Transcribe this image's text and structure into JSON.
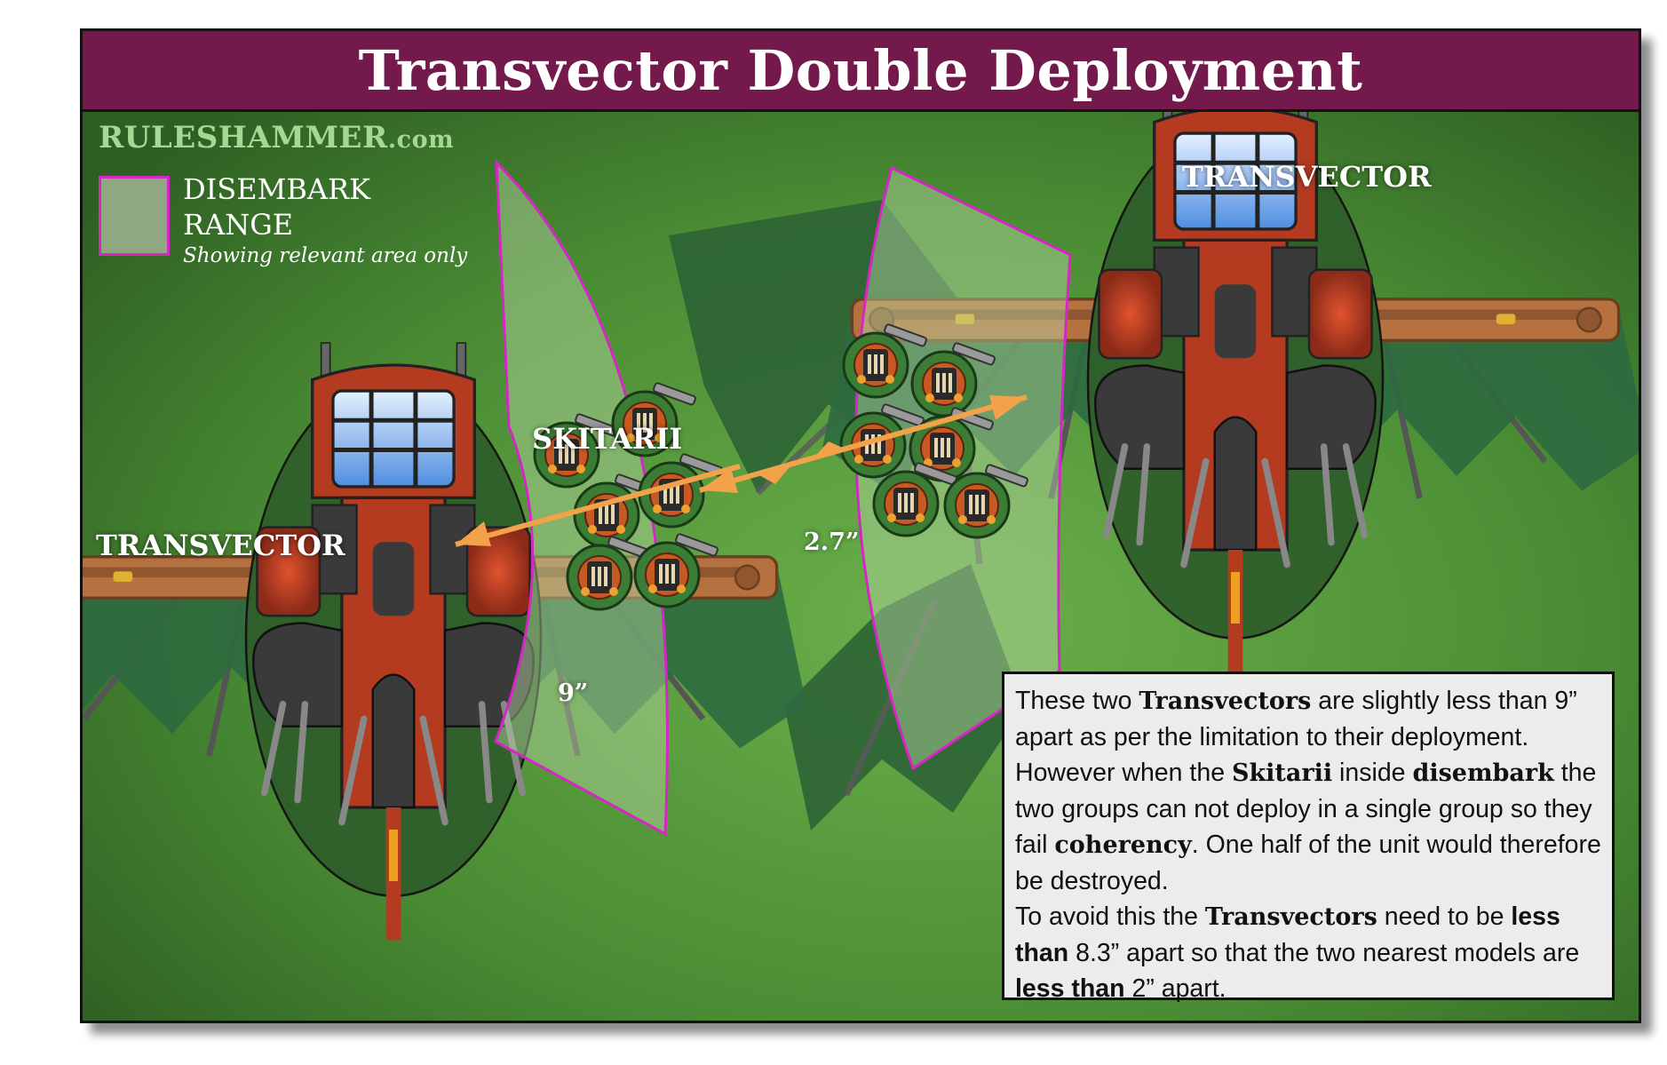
{
  "title": "Transvector Double Deployment",
  "brand": {
    "name": "RULESHAMMER",
    "suffix": ".com"
  },
  "legend": {
    "label_line1": "DISEMBARK",
    "label_line2": "RANGE",
    "note": "Showing relevant area only"
  },
  "labels": {
    "transvector_left": "TRANSVECTOR",
    "transvector_right": "TRANSVECTOR",
    "skitarii": "SKITARII",
    "dist_gap": "2.7”",
    "dist_range": "9”"
  },
  "info": {
    "p1_a": "These two ",
    "p1_b": "Transvectors",
    "p1_c": " are slightly less than 9” apart as per the limitation to their deployment. However when the ",
    "p1_d": "Skitarii",
    "p1_e": " inside ",
    "p1_f": "disembark",
    "p1_g": " the two groups can not deploy in a single group so they fail ",
    "p1_h": "coherency",
    "p1_i": ". One half of the unit would therefore be destroyed.",
    "p2_a": "To avoid this the ",
    "p2_b": "Transvectors",
    "p2_c": " need to be ",
    "p2_d": "less than",
    "p2_e": " 8.3” apart so that the two nearest models are ",
    "p2_f": "less than",
    "p2_g": " 2” apart."
  },
  "colors": {
    "header": "#74194b",
    "range_border": "#d626c6",
    "arrow": "#f3a24a",
    "hull": "#b43a20",
    "wing": "#2e6a3f",
    "background": "#3f7a2e"
  }
}
